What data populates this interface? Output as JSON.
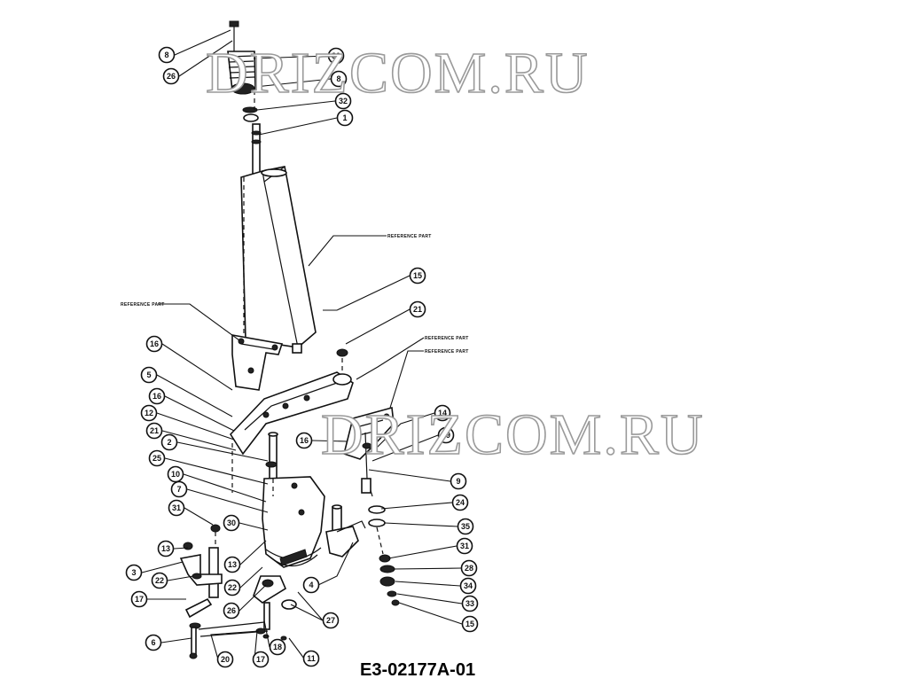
{
  "callouts": [
    "8",
    "26",
    "30",
    "8",
    "32",
    "1",
    "15",
    "21",
    "16",
    "5",
    "16",
    "12",
    "21",
    "2",
    "25",
    "10",
    "7",
    "31",
    "30",
    "13",
    "3",
    "22",
    "17",
    "6",
    "13",
    "22",
    "26",
    "18",
    "17",
    "11",
    "27",
    "4",
    "14",
    "29",
    "16",
    "9",
    "24",
    "35",
    "31",
    "28",
    "34",
    "33",
    "15",
    "20"
  ],
  "reference_labels": [
    "REFERENCE PART",
    "REFERENCE PART",
    "REFERENCE PART",
    "REFERENCE PART"
  ],
  "watermarks": [
    "DRIZCOM.RU",
    "DRIZCOM.RU"
  ],
  "diagram_code": "E3-02177A-01"
}
